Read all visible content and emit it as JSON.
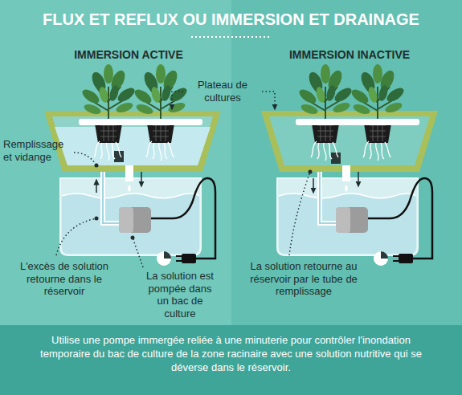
{
  "diagram": {
    "title": "FLUX ET REFLUX OU IMMERSION ET DRAINAGE",
    "caption": "Utilise une pompe immergée reliée à une minuterie pour contrôler l'inondation temporaire du bac de culture de la zone racinaire avec une solution nutritive qui se déverse dans le réservoir.",
    "labels": [
      "IMMERSION ACTIVE",
      "IMMERSION INACTIVE",
      "Plateau de cultures",
      "Remplissage et vidange",
      "L'excès de solution retourne dans le réservoir",
      "La solution est pompée dans un bac de culture",
      "La solution retourne au réservoir par le tube de remplissage"
    ]
  }
}
